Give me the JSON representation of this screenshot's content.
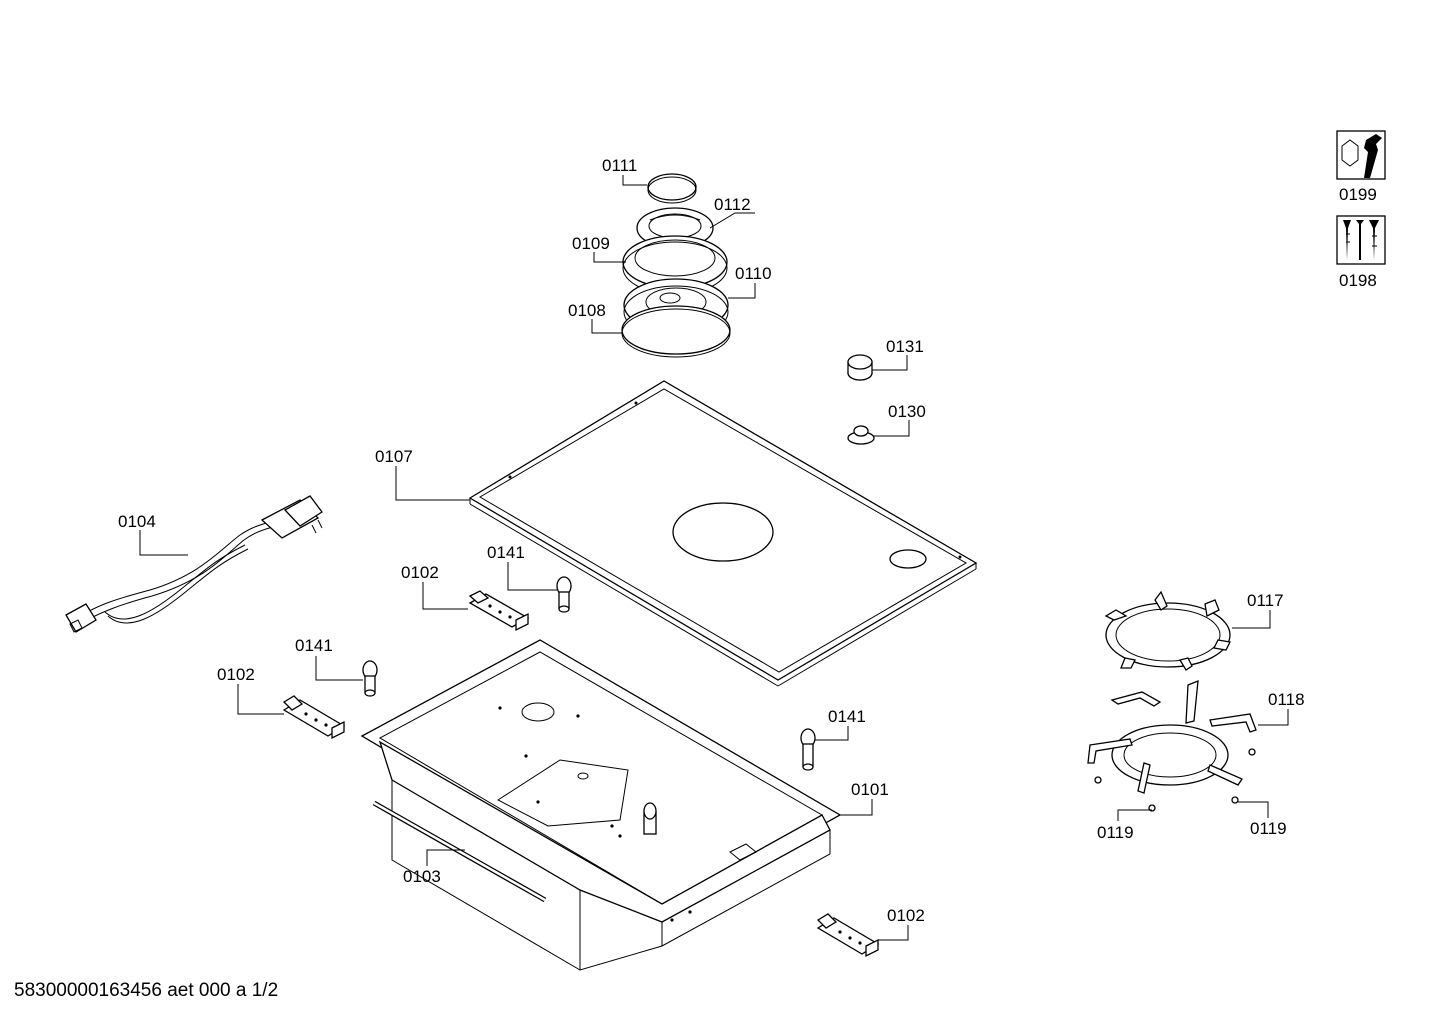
{
  "labels": {
    "p0111": "0111",
    "p0112": "0112",
    "p0109": "0109",
    "p0110": "0110",
    "p0108": "0108",
    "p0131": "0131",
    "p0130": "0130",
    "p0107": "0107",
    "p0104": "0104",
    "p0141a": "0141",
    "p0102a": "0102",
    "p0141b": "0141",
    "p0102b": "0102",
    "p0141c": "0141",
    "p0101": "0101",
    "p0103": "0103",
    "p0102c": "0102",
    "p0117": "0117",
    "p0118": "0118",
    "p0119a": "0119",
    "p0119b": "0119",
    "p0199": "0199",
    "p0198": "0198"
  },
  "footer": {
    "doc_id": "58300000163456 aet 000 a 1/2"
  }
}
